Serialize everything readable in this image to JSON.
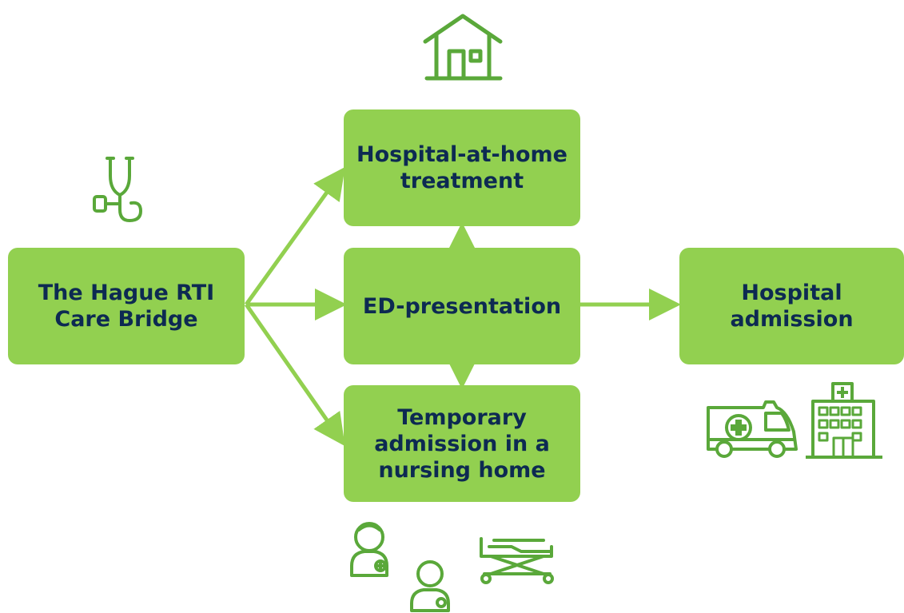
{
  "colors": {
    "box_fill": "#92d050",
    "box_text": "#0d2a52",
    "arrow": "#92d050",
    "icon_stroke": "#5aa83a"
  },
  "nodes": {
    "source": "The Hague RTI\nCare Bridge",
    "home_treatment": "Hospital-at-home\ntreatment",
    "ed": "ED-presentation",
    "nursing": "Temporary\nadmission in a\nnursing home",
    "admission": "Hospital\nadmission"
  },
  "icons": {
    "home": "house-icon",
    "stethoscope": "stethoscope-icon",
    "ambulance": "ambulance-icon",
    "hospital": "hospital-building-icon",
    "nurses": "nurse-staff-icon",
    "bed": "hospital-bed-icon"
  }
}
